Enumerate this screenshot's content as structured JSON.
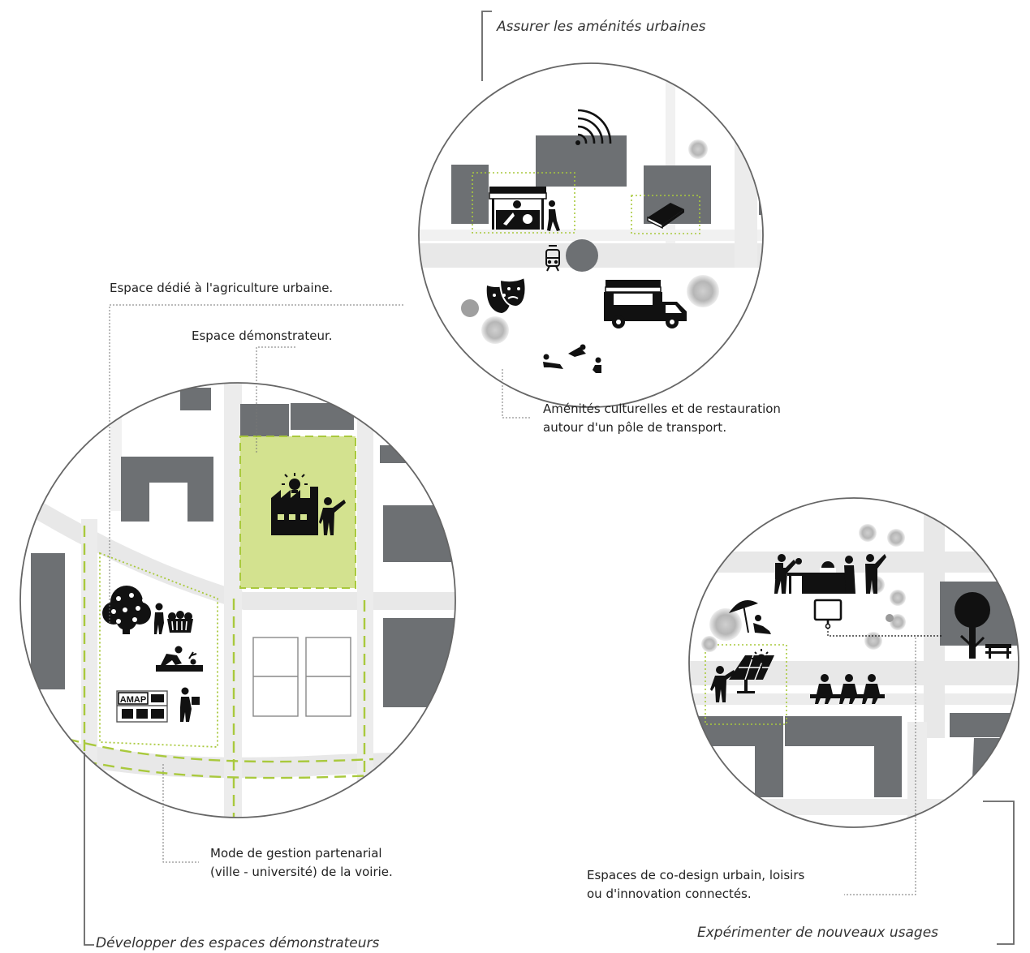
{
  "titles": {
    "amenites": "Assurer les aménités urbaines",
    "demonstrateurs": "Développer des espaces démonstrateurs",
    "usages": "Expérimenter de nouveaux usages"
  },
  "labels": {
    "agriculture": "Espace dédié à l'agriculture urbaine.",
    "demonstrateur": "Espace démonstrateur.",
    "culture_line1": "Aménités culturelles et de restauration",
    "culture_line2": "autour d'un pôle de transport.",
    "gestion_line1": "Mode de gestion partenarial",
    "gestion_line2": "(ville - université) de la voirie.",
    "codesign_line1": "Espaces de co-design urbain, loisirs",
    "codesign_line2": "ou d'innovation connectés."
  },
  "icon_texts": {
    "amap": "AMAP"
  },
  "colors": {
    "building": "#6d7073",
    "road": "#e8e8e8",
    "highlight_fill": "#d3e28f",
    "highlight_line": "#a9c93d",
    "icon": "#111111"
  }
}
